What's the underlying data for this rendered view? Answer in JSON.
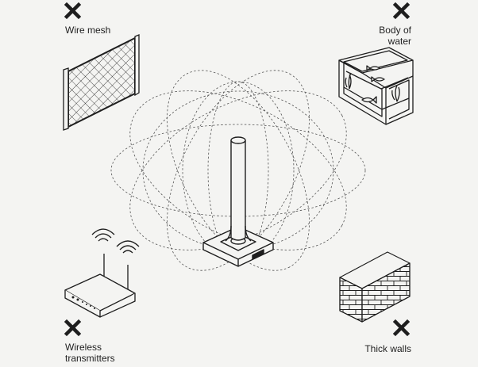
{
  "labels": {
    "wire_mesh": "Wire mesh",
    "body_of_water_line1": "Body of",
    "body_of_water_line2": "water",
    "wireless_line1": "Wireless",
    "wireless_line2": "transmitters",
    "thick_walls": "Thick walls"
  },
  "icons": {
    "blocked": "x-mark-icon",
    "device": "antenna-stand-icon",
    "mesh": "wire-mesh-icon",
    "aquarium": "aquarium-icon",
    "router": "router-icon",
    "wall": "brick-wall-icon"
  },
  "colors": {
    "background": "#f4f4f2",
    "ink": "#1e1e1e",
    "field": "#555555"
  }
}
